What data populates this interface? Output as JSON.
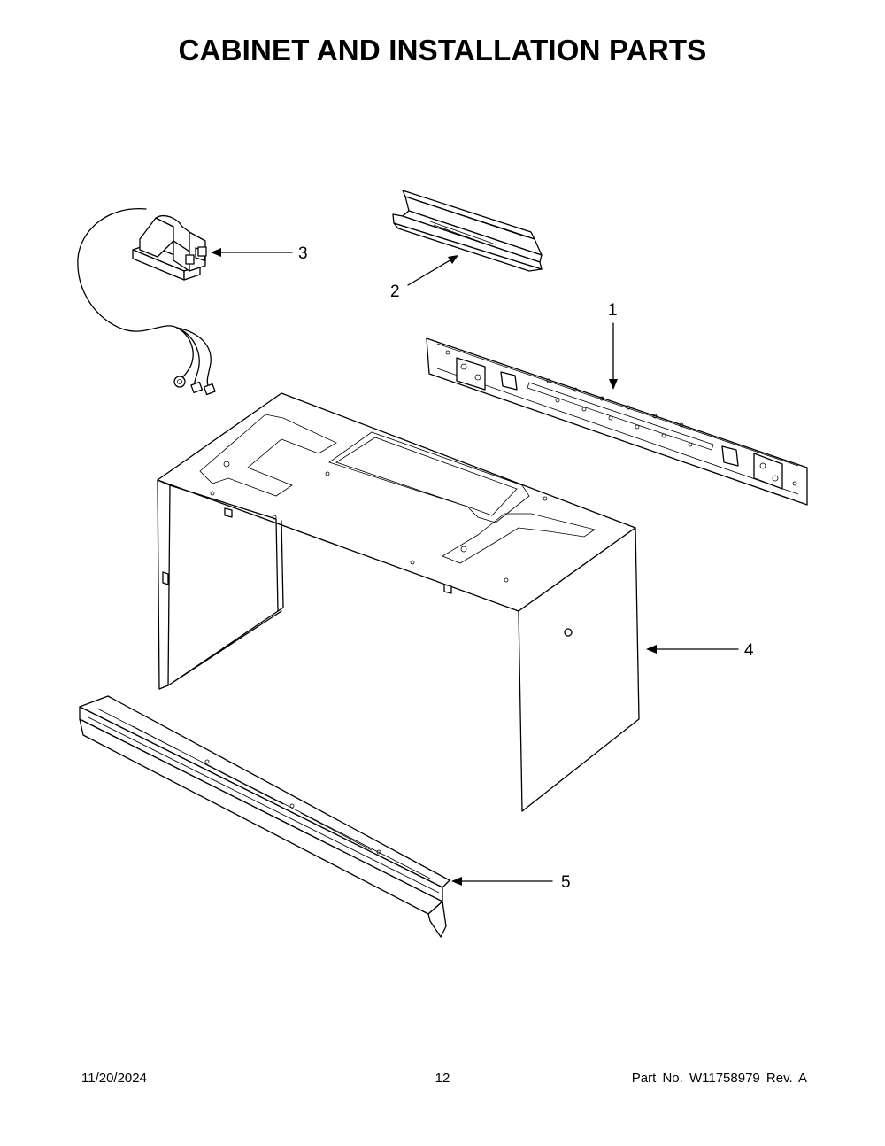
{
  "title": "CABINET AND INSTALLATION PARTS",
  "callouts": [
    "1",
    "2",
    "3",
    "4",
    "5"
  ],
  "footer": {
    "date": "11/20/2024",
    "page": "12",
    "part": "Part No.  W11758979  Rev.  A"
  }
}
